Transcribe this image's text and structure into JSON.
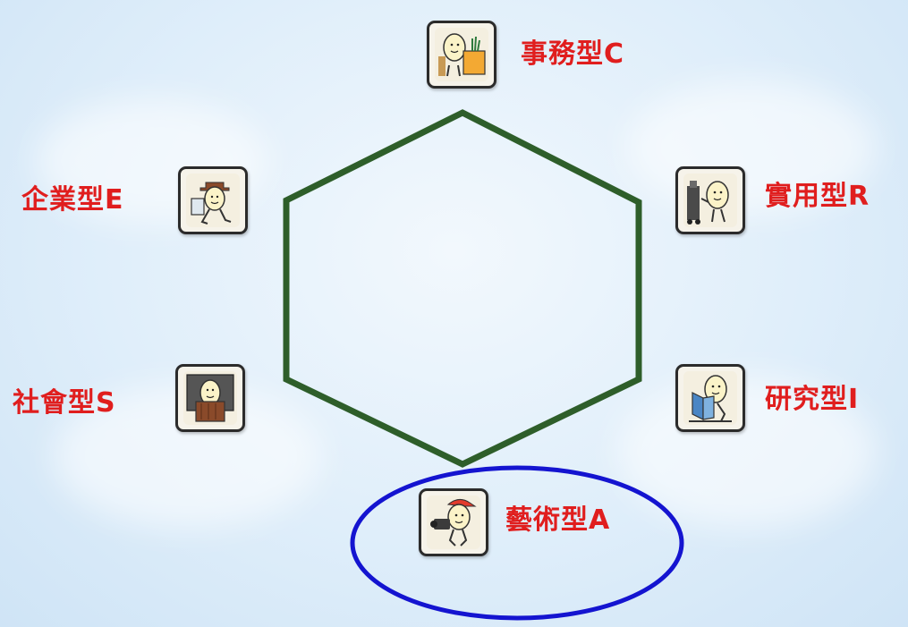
{
  "diagram": {
    "center_shape": "hexagon",
    "hexagon_color": "#2e5e2a",
    "highlight_ellipse_color": "#1414d0",
    "label_color": "#e01e1e",
    "types": [
      {
        "key": "C",
        "label": "事務型C",
        "icon": "desk-worker-icon"
      },
      {
        "key": "R",
        "label": "實用型R",
        "icon": "mechanic-icon"
      },
      {
        "key": "I",
        "label": "研究型I",
        "icon": "reader-icon"
      },
      {
        "key": "A",
        "label": "藝術型A",
        "icon": "camera-operator-icon",
        "highlighted": true
      },
      {
        "key": "S",
        "label": "社會型S",
        "icon": "teacher-icon"
      },
      {
        "key": "E",
        "label": "企業型E",
        "icon": "businessperson-icon"
      }
    ]
  }
}
